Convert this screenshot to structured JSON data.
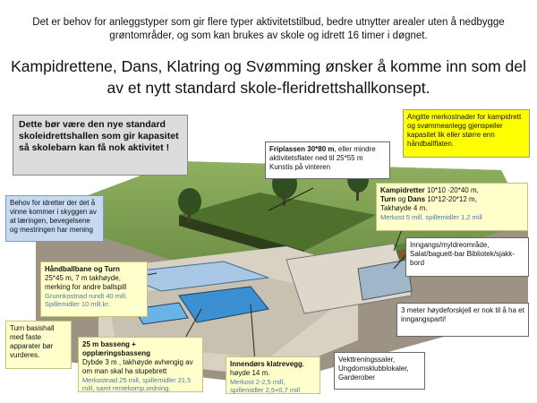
{
  "intro": "Det er behov for anleggstyper som gir flere typer aktivitetstilbud, bedre utnytter arealer uten å nedbygge grøntområder, og som kan brukes av skole og idrett 16 timer i døgnet.",
  "headline": "Kampidrettene, Dans, Klatring og Svømming ønsker å komme inn som del av et nytt standard skole-fleridrettshallkonsept.",
  "callouts": {
    "standard": "Dette bør være den nye standard skoleidrettshallen som gir kapasitet så skolebarn kan få nok aktivitet !",
    "merkostnader": "Angitte merkostnader for kampidrett og svømmeanlegg gjenspeiler kapasitet lik eller større enn håndballflaten.",
    "behov": "Behov for idretter der det å vinne kommer i skyggen av at læringen, bevegelsene og mestringen har mening",
    "friplass_title": "Friplassen 30*80 m",
    "friplass_text": ", eller mindre aktivitetsflater ned til 25*55 m Kunstis på vinteren",
    "kamp_title": "Kampidretter",
    "kamp_dims": " 10*10 -20*40 m,",
    "turn_title": "Turn",
    "og": " og ",
    "dans_title": "Dans",
    "dans_dims": " 10*12-20*12 m,",
    "kamp_height": "Takhøyde 4 m.",
    "kamp_cost": "Merkost 5 mill. spillemidler 1,2 mill",
    "inngang": "Inngangs/myldreområde, Salat/baguett-bar Bibliotek/sjakk-bord",
    "hoyde": "3 meter høydeforskjell er nok til å ha et inngangsparti!",
    "haandball_title": "Håndballbane  og Turn",
    "haandball_text": "25*45 m, 7 m takhøyde, merking for andre ballspill",
    "haandball_cost": "Grunnkostnad rundt 40 mill. Spillemidler 10 mill.kr.",
    "turnbasis": "Turn basishall med faste apparater bør vurderes.",
    "basseng_title": "25 m basseng + opplæringsbasseng",
    "basseng_text": "Dybde 3 m , takhøyde avhengig av om man skal ha stupebrett",
    "basseng_cost": "Merkostnad 25 mill, spillemidler 21,5 mill, samt rentekomp.ordning.",
    "klatre_title": "Innendørs klatrevegg",
    "klatre_text": ", høyde 14 m.",
    "klatre_cost": "Merkost 2-2,5 mill, spillemidler 2,5+0,7 mill",
    "vekt": "Vekttreningssaler, Ungdomsklubblokaler, Garderober"
  }
}
